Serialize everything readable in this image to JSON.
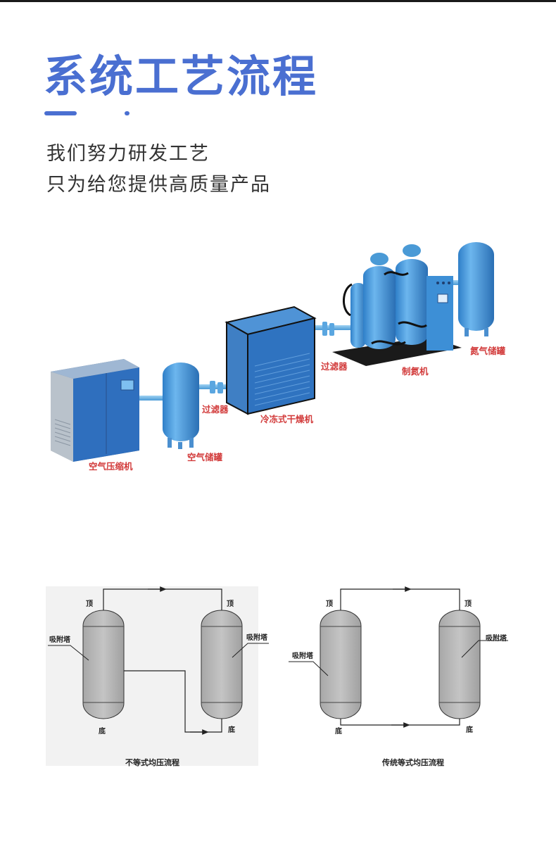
{
  "header": {
    "title": "系统工艺流程",
    "subtitle_line1": "我们努力研发工艺",
    "subtitle_line2": "只为给您提供高质量产品"
  },
  "process": {
    "air_compressor": "空气压缩机",
    "air_tank": "空气储罐",
    "filter_1": "过滤器",
    "dryer": "冷冻式干燥机",
    "filter_2": "过滤器",
    "nitrogen_generator": "制氮机",
    "nitrogen_tank": "氮气储罐"
  },
  "diagram_left": {
    "top_left": "顶",
    "top_right": "顶",
    "tower_left": "吸附塔",
    "tower_right": "吸附塔",
    "bottom_left": "底",
    "bottom_right": "底",
    "caption": "不等式均压流程"
  },
  "diagram_right": {
    "top_left": "顶",
    "top_right": "顶",
    "tower_left": "吸附塔",
    "tower_right": "吸附塔",
    "bottom_left": "底",
    "bottom_right": "底",
    "caption": "传统等式均压流程"
  },
  "colors": {
    "accent": "#4a6fd1",
    "equipment_blue": "#3d8fd6",
    "label_red": "#d23b3b"
  }
}
